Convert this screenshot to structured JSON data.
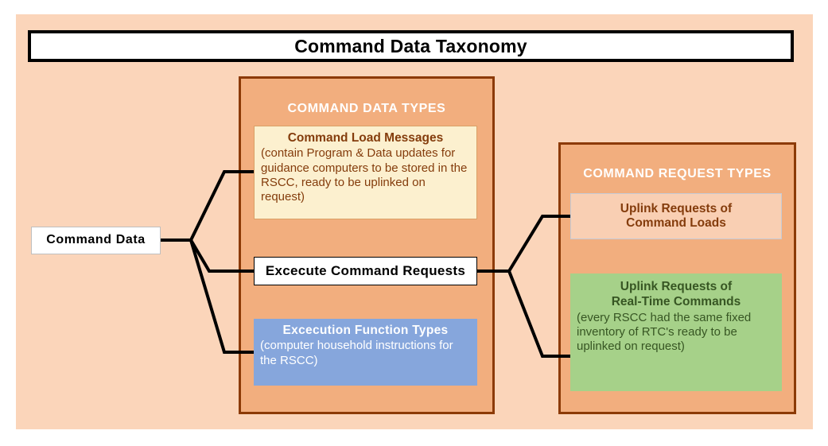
{
  "title": {
    "text": "Command Data Taxonomy"
  },
  "colors": {
    "canvas_background": "#FBD5BA",
    "panel_fill": "#F2AE7E",
    "panel_border": "#8C3A06",
    "cream_box": "#FCF0CF",
    "blue_box": "#86A6DC",
    "green_box": "#A6D189",
    "peach_box": "#F9CFB3",
    "brown_text": "#843C0C",
    "green_text": "#375623",
    "connector": "#000000"
  },
  "root": {
    "label": "Command  Data"
  },
  "panels": [
    {
      "id": "data-types",
      "title": "COMMAND DATA TYPES",
      "nodes": [
        {
          "id": "command-load-messages",
          "head": "Command  Load  Messages",
          "body": "(contain Program & Data updates for guidance computers to be stored in the RSCC, ready to be uplinked on request)"
        },
        {
          "id": "excecute-command-requests",
          "head": "Excecute Command  Requests",
          "body": ""
        },
        {
          "id": "excecution-function-types",
          "head": "Excecution Function  Types",
          "body": "(computer household instructions for the RSCC)"
        }
      ]
    },
    {
      "id": "request-types",
      "title": "COMMAND REQUEST TYPES",
      "nodes": [
        {
          "id": "uplink-command-loads",
          "head_line1": "Uplink Requests of",
          "head_line2": "Command  Loads",
          "body": ""
        },
        {
          "id": "uplink-real-time-commands",
          "head_line1": "Uplink Requests of",
          "head_line2": "Real-Time  Commands",
          "body": "(every RSCC had the same fixed inventory of RTC's ready to be uplinked on request)"
        }
      ]
    }
  ]
}
